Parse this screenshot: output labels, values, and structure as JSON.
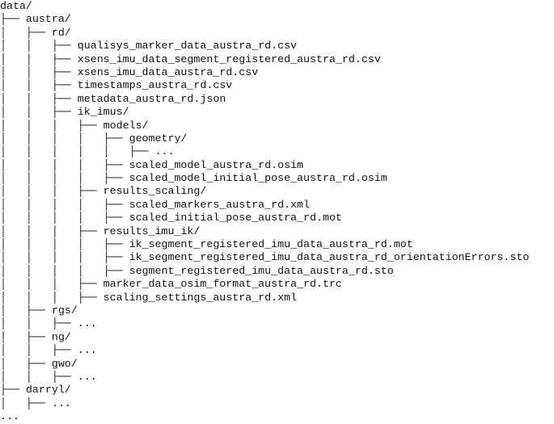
{
  "tree": {
    "lines": [
      {
        "prefix": "",
        "name": "data/"
      },
      {
        "prefix": "├── ",
        "name": "austra/"
      },
      {
        "prefix": "│   ├── ",
        "name": "rd/"
      },
      {
        "prefix": "│   │   ├── ",
        "name": "qualisys_marker_data_austra_rd.csv"
      },
      {
        "prefix": "│   │   ├── ",
        "name": "xsens_imu_data_segment_registered_austra_rd.csv"
      },
      {
        "prefix": "│   │   ├── ",
        "name": "xsens_imu_data_austra_rd.csv"
      },
      {
        "prefix": "│   │   ├── ",
        "name": "timestamps_austra_rd.csv"
      },
      {
        "prefix": "│   │   ├── ",
        "name": "metadata_austra_rd.json"
      },
      {
        "prefix": "│   │   ├── ",
        "name": "ik_imus/"
      },
      {
        "prefix": "│   │   │   ├── ",
        "name": "models/"
      },
      {
        "prefix": "│   │   │   │   ├── ",
        "name": "geometry/"
      },
      {
        "prefix": "│   │   │   │   │   ├── ",
        "name": "..."
      },
      {
        "prefix": "│   │   │   │   ├── ",
        "name": "scaled_model_austra_rd.osim"
      },
      {
        "prefix": "│   │   │   │   ├── ",
        "name": "scaled_model_initial_pose_austra_rd.osim"
      },
      {
        "prefix": "│   │   │   ├── ",
        "name": "results_scaling/"
      },
      {
        "prefix": "│   │   │   │   ├── ",
        "name": "scaled_markers_austra_rd.xml"
      },
      {
        "prefix": "│   │   │   │   ├── ",
        "name": "scaled_initial_pose_austra_rd.mot"
      },
      {
        "prefix": "│   │   │   ├── ",
        "name": "results_imu_ik/"
      },
      {
        "prefix": "│   │   │   │   ├── ",
        "name": "ik_segment_registered_imu_data_austra_rd.mot"
      },
      {
        "prefix": "│   │   │   │   ├── ",
        "name": "ik_segment_registered_imu_data_austra_rd_orientationErrors.sto"
      },
      {
        "prefix": "│   │   │   │   ├── ",
        "name": "segment_registered_imu_data_austra_rd.sto"
      },
      {
        "prefix": "│   │   │   ├── ",
        "name": "marker_data_osim_format_austra_rd.trc"
      },
      {
        "prefix": "│   │   │   ├── ",
        "name": "scaling_settings_austra_rd.xml"
      },
      {
        "prefix": "│   ├── ",
        "name": "rgs/"
      },
      {
        "prefix": "│   │   ├── ",
        "name": "..."
      },
      {
        "prefix": "│   ├── ",
        "name": "ng/"
      },
      {
        "prefix": "│   │   ├── ",
        "name": "..."
      },
      {
        "prefix": "│   ├── ",
        "name": "gwo/"
      },
      {
        "prefix": "│   │   ├── ",
        "name": "..."
      },
      {
        "prefix": "├── ",
        "name": "darryl/"
      },
      {
        "prefix": "│   ├── ",
        "name": "..."
      },
      {
        "prefix": "",
        "name": "..."
      }
    ]
  }
}
